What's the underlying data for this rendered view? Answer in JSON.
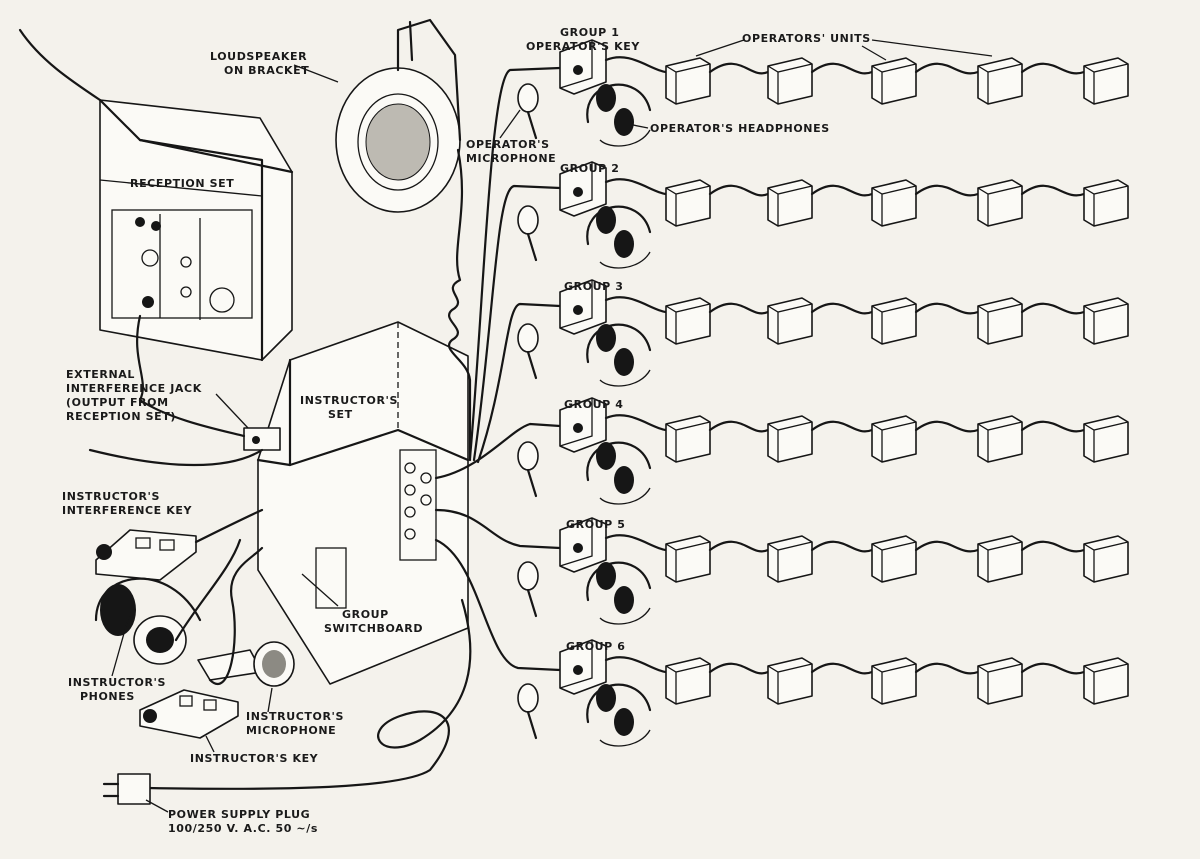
{
  "labels": {
    "loudspeaker": [
      "LOUDSPEAKER",
      "ON BRACKET"
    ],
    "reception_set": "RECEPTION SET",
    "external_jack": [
      "EXTERNAL",
      "INTERFERENCE JACK",
      "(OUTPUT FROM",
      "RECEPTION SET)"
    ],
    "instructors_set": [
      "INSTRUCTOR'S",
      "SET"
    ],
    "interference_key": [
      "INSTRUCTOR'S",
      "INTERFERENCE KEY"
    ],
    "group_switchboard": [
      "GROUP",
      "SWITCHBOARD"
    ],
    "instructors_phones": [
      "INSTRUCTOR'S",
      "PHONES"
    ],
    "instructors_microphone": [
      "INSTRUCTOR'S",
      "MICROPHONE"
    ],
    "instructors_key": "INSTRUCTOR'S KEY",
    "power_plug": [
      "POWER SUPPLY PLUG",
      "100/250 V. A.C. 50 ~/s"
    ],
    "operators_units": "OPERATORS' UNITS",
    "operators_key": "OPERATOR'S KEY",
    "operators_headphones": "OPERATOR'S HEADPHONES",
    "operators_microphone": [
      "OPERATOR'S",
      "MICROPHONE"
    ]
  },
  "groups": [
    "GROUP 1",
    "GROUP 2",
    "GROUP 3",
    "GROUP 4",
    "GROUP 5",
    "GROUP 6"
  ]
}
